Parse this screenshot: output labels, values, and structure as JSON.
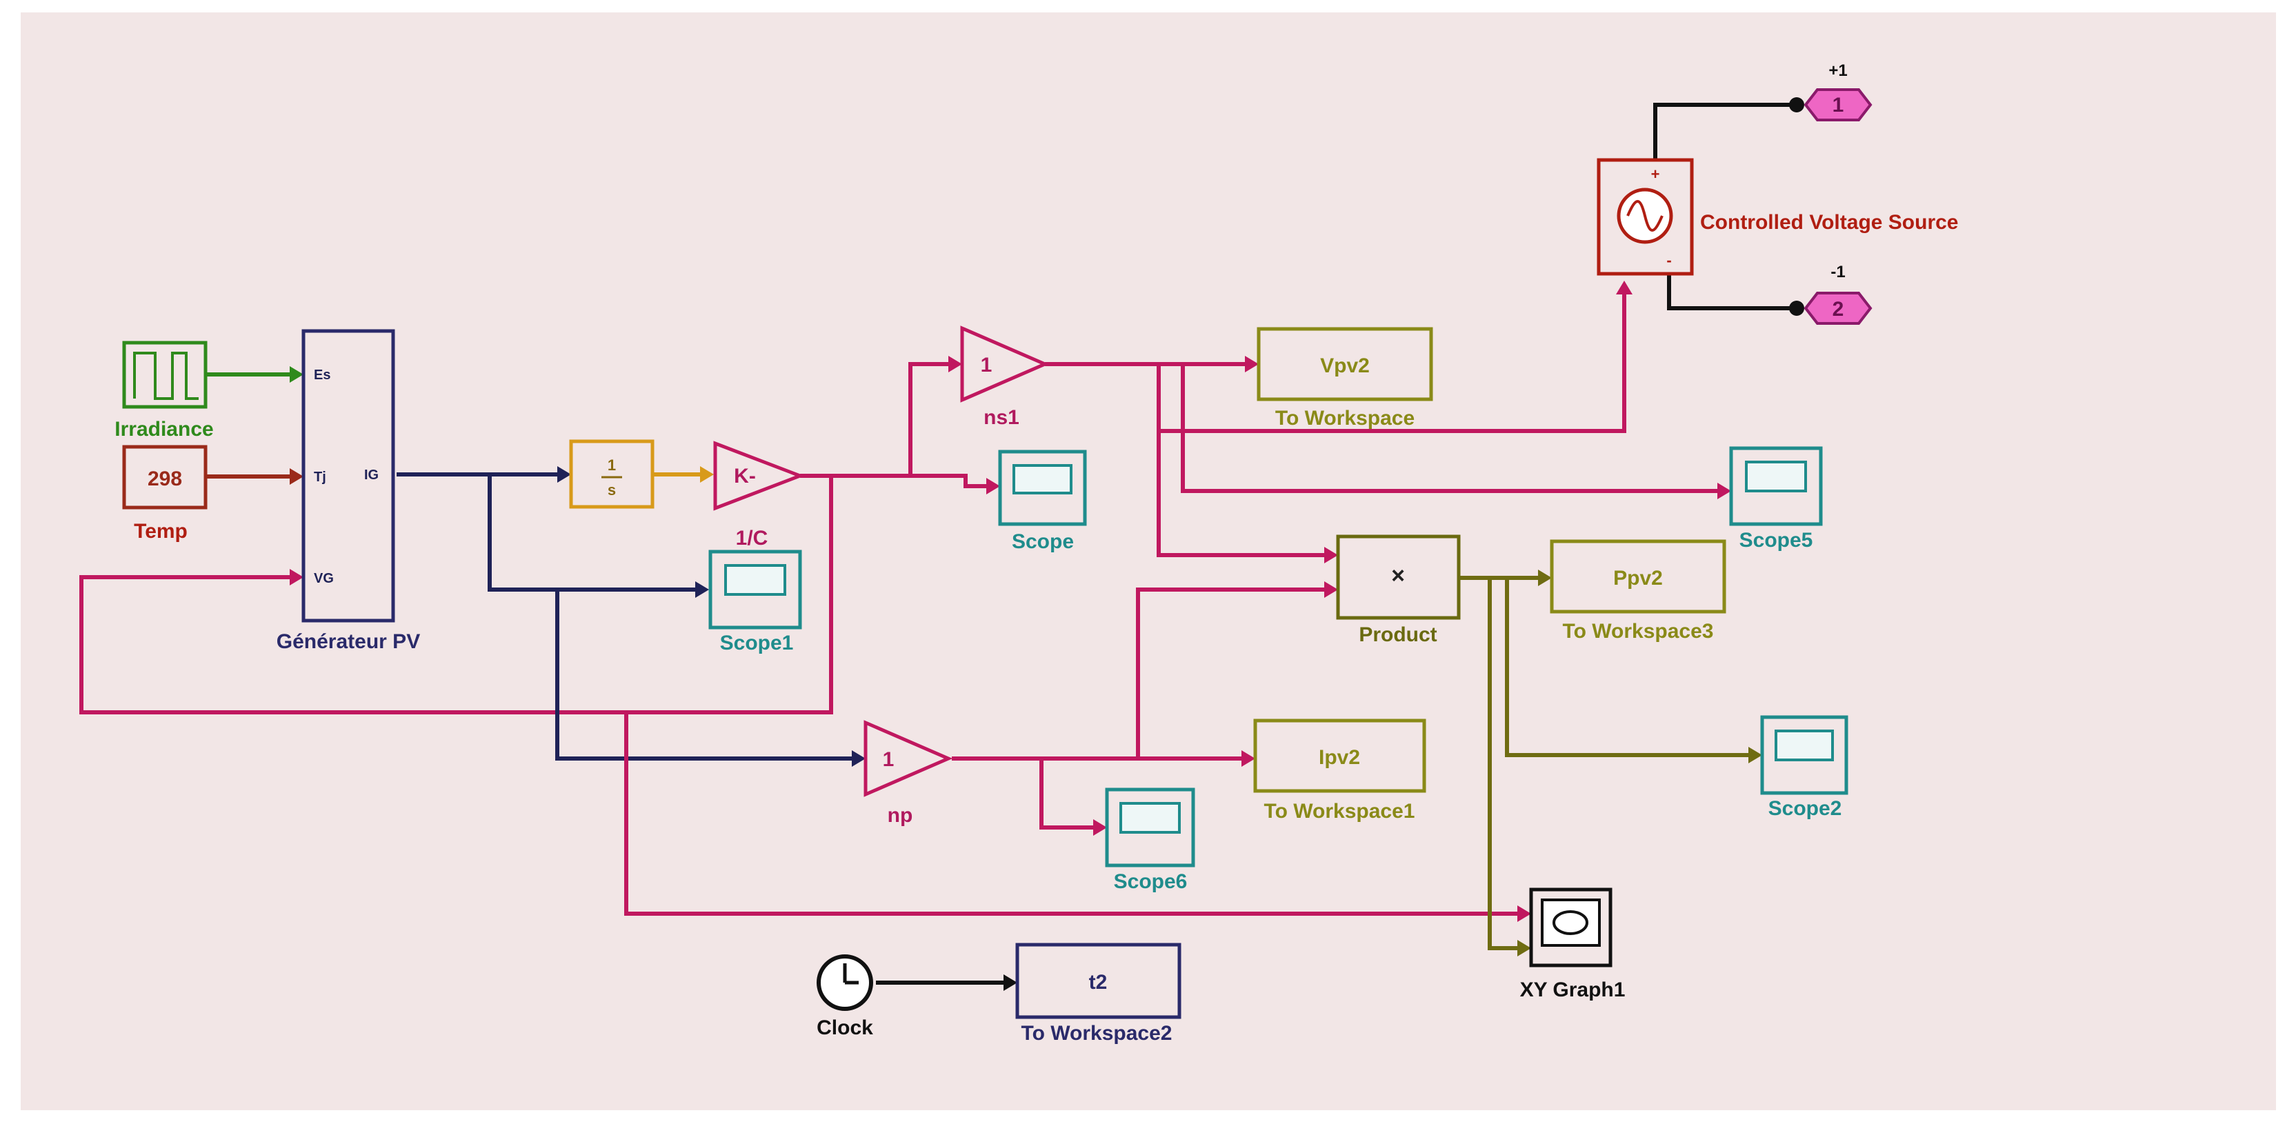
{
  "colors": {
    "background": "#f2e6e6",
    "wire_magenta": "#c0185f",
    "wire_navy": "#1f2257",
    "wire_olive": "#6f6c12",
    "wire_black": "#111111",
    "wire_green": "#2f8a1c",
    "wire_red": "#9a2a1a",
    "wire_orange": "#d89a1a",
    "label_magenta": "#b01a5e",
    "label_teal": "#1f8c8c",
    "label_olive": "#8a8a18",
    "label_navy": "#2a2a6a",
    "label_red": "#b01e12",
    "label_green": "#2f8a1c",
    "block_border": "#6a6a10",
    "terminal_fill": "#ee66c4"
  },
  "blocks": {
    "irradiance": {
      "label": "Irradiance",
      "icon": "pulse-wave-icon"
    },
    "temp": {
      "value": "298",
      "label": "Temp"
    },
    "pv_generator": {
      "label": "Générateur PV",
      "ports": {
        "in1": "Es",
        "in2": "Tj",
        "in3": "VG",
        "out": "IG"
      }
    },
    "integrator": {
      "numerator": "1",
      "denominator": "s"
    },
    "gain_c": {
      "value": "K-",
      "label": "1/C"
    },
    "gain_ns1": {
      "value": "1",
      "label": "ns1"
    },
    "gain_np": {
      "value": "1",
      "label": "np"
    },
    "product": {
      "symbol": "×",
      "label": "Product"
    },
    "to_ws_vpv2": {
      "value": "Vpv2",
      "label": "To Workspace"
    },
    "to_ws_ppv2": {
      "value": "Ppv2",
      "label": "To Workspace3"
    },
    "to_ws_ipv2": {
      "value": "Ipv2",
      "label": "To Workspace1"
    },
    "to_ws_t2": {
      "value": "t2",
      "label": "To Workspace2"
    },
    "scope": {
      "label": "Scope"
    },
    "scope1": {
      "label": "Scope1"
    },
    "scope2": {
      "label": "Scope2"
    },
    "scope5": {
      "label": "Scope5"
    },
    "scope6": {
      "label": "Scope6"
    },
    "clock": {
      "label": "Clock",
      "icon": "clock-icon"
    },
    "xy_graph": {
      "label": "XY Graph1",
      "icon": "xy-graph-icon"
    },
    "voltage_source": {
      "label": "Controlled Voltage Source",
      "icon": "ac-source-icon",
      "plus": "+",
      "minus": "-"
    },
    "terminal1": {
      "number": "1",
      "label": "+1"
    },
    "terminal2": {
      "number": "2",
      "label": "-1"
    }
  }
}
